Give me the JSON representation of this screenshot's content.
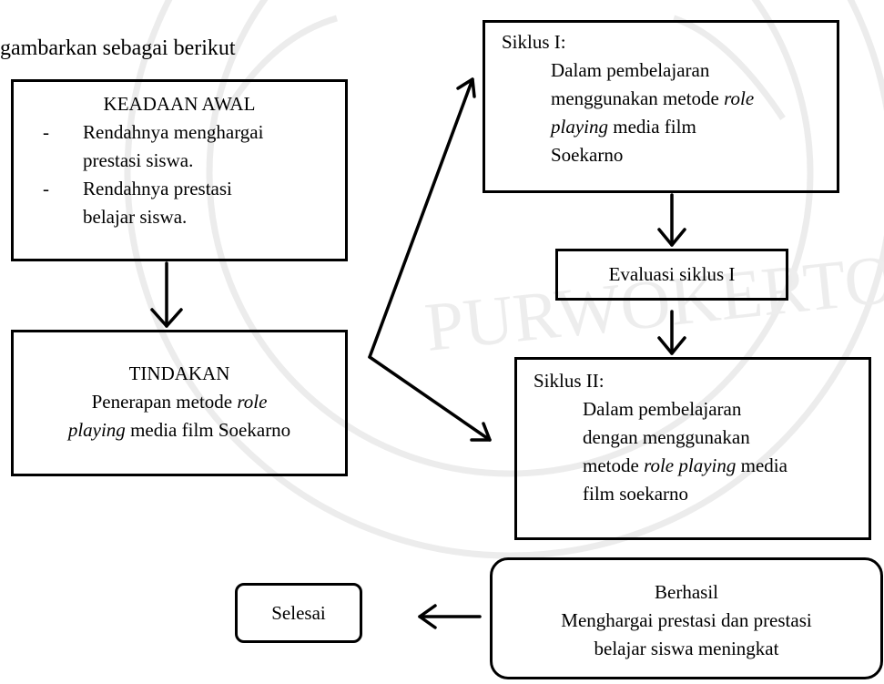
{
  "intro_text": "gambarkan sebagai berikut",
  "watermark": {
    "text": "PURWOKERTO"
  },
  "keadaan_awal": {
    "title": "KEADAAN AWAL",
    "bullet": "-",
    "items": [
      {
        "line1": "Rendahnya menghargai",
        "line2": "prestasi siswa."
      },
      {
        "line1": "Rendahnya prestasi",
        "line2": "belajar siswa."
      }
    ]
  },
  "tindakan": {
    "title": "TINDAKAN",
    "line1_prefix": "Penerapan metode ",
    "line1_italic": "role",
    "line2_italic": "playing",
    "line2_suffix": " media film Soekarno"
  },
  "siklus1": {
    "title": "Siklus I:",
    "line1": "Dalam pembelajaran",
    "line2_prefix": "menggunakan metode ",
    "line2_italic": "role",
    "line3_italic": "playing",
    "line3_suffix": " media film",
    "line4": "Soekarno"
  },
  "evaluasi": {
    "label": "Evaluasi siklus I"
  },
  "siklus2": {
    "title": "Siklus II:",
    "line1": "Dalam pembelajaran",
    "line2": "dengan menggunakan",
    "line3_prefix": "metode ",
    "line3_italic": "role playing",
    "line3_suffix": " media",
    "line4": "film soekarno"
  },
  "berhasil": {
    "title": "Berhasil",
    "line1": "Menghargai prestasi dan prestasi",
    "line2": "belajar siswa meningkat"
  },
  "selesai": {
    "label": "Selesai"
  }
}
